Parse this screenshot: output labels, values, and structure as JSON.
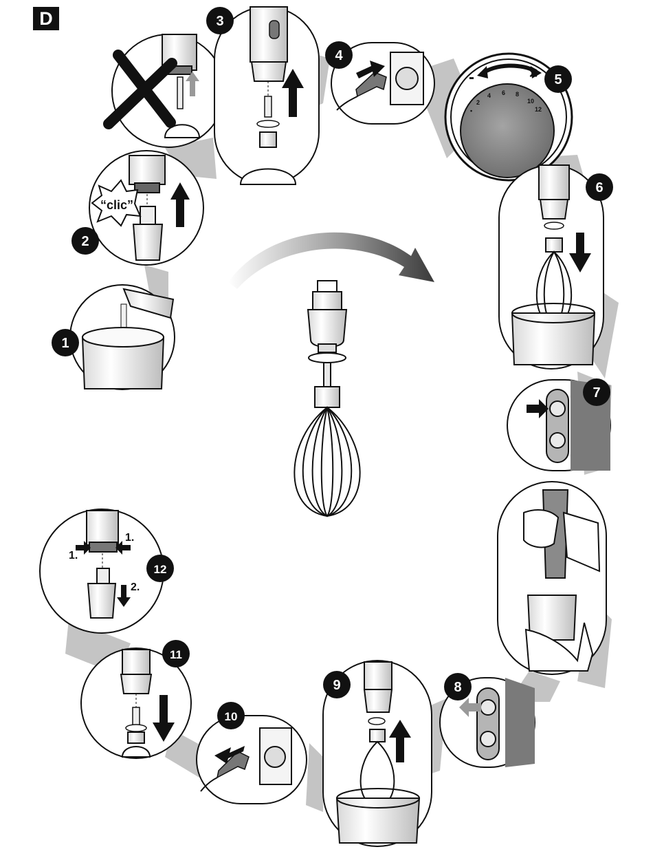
{
  "section_letter": "D",
  "step_numbers": [
    "1",
    "2",
    "3",
    "4",
    "5",
    "6",
    "7",
    "8",
    "9",
    "10",
    "11",
    "12"
  ],
  "sound_label": "“clic”",
  "dial": {
    "minus": "-",
    "plus": "×",
    "marks": [
      "•",
      "2",
      "4",
      "6",
      "8",
      "10",
      "12"
    ]
  },
  "step12_labels": {
    "squeeze_left": "1.",
    "squeeze_right": "1.",
    "pull": "2."
  },
  "colors": {
    "ink": "#111111",
    "shadow": "#bdbdbd",
    "metal": "#e6e6e6",
    "dial_face": "#8a8a8a",
    "handle_dark": "#6f6f6f"
  }
}
